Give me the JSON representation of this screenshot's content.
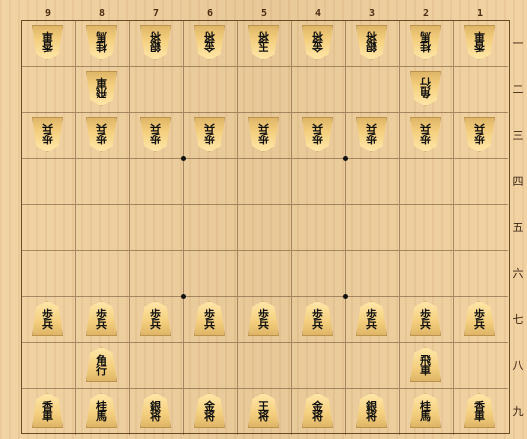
{
  "board": {
    "file_labels": [
      "9",
      "8",
      "7",
      "6",
      "5",
      "4",
      "3",
      "2",
      "1"
    ],
    "rank_labels": [
      "一",
      "二",
      "三",
      "四",
      "五",
      "六",
      "七",
      "八",
      "九"
    ],
    "pieces": [
      {
        "file": 9,
        "rank": 1,
        "owner": "gote",
        "label": "香車"
      },
      {
        "file": 8,
        "rank": 1,
        "owner": "gote",
        "label": "桂馬"
      },
      {
        "file": 7,
        "rank": 1,
        "owner": "gote",
        "label": "銀将"
      },
      {
        "file": 6,
        "rank": 1,
        "owner": "gote",
        "label": "金将"
      },
      {
        "file": 5,
        "rank": 1,
        "owner": "gote",
        "label": "玉将"
      },
      {
        "file": 4,
        "rank": 1,
        "owner": "gote",
        "label": "金将"
      },
      {
        "file": 3,
        "rank": 1,
        "owner": "gote",
        "label": "銀将"
      },
      {
        "file": 2,
        "rank": 1,
        "owner": "gote",
        "label": "桂馬"
      },
      {
        "file": 1,
        "rank": 1,
        "owner": "gote",
        "label": "香車"
      },
      {
        "file": 8,
        "rank": 2,
        "owner": "gote",
        "label": "飛車"
      },
      {
        "file": 2,
        "rank": 2,
        "owner": "gote",
        "label": "角行"
      },
      {
        "file": 9,
        "rank": 3,
        "owner": "gote",
        "label": "歩兵"
      },
      {
        "file": 8,
        "rank": 3,
        "owner": "gote",
        "label": "歩兵"
      },
      {
        "file": 7,
        "rank": 3,
        "owner": "gote",
        "label": "歩兵"
      },
      {
        "file": 6,
        "rank": 3,
        "owner": "gote",
        "label": "歩兵"
      },
      {
        "file": 5,
        "rank": 3,
        "owner": "gote",
        "label": "歩兵"
      },
      {
        "file": 4,
        "rank": 3,
        "owner": "gote",
        "label": "歩兵"
      },
      {
        "file": 3,
        "rank": 3,
        "owner": "gote",
        "label": "歩兵"
      },
      {
        "file": 2,
        "rank": 3,
        "owner": "gote",
        "label": "歩兵"
      },
      {
        "file": 1,
        "rank": 3,
        "owner": "gote",
        "label": "歩兵"
      },
      {
        "file": 9,
        "rank": 7,
        "owner": "sente",
        "label": "歩兵"
      },
      {
        "file": 8,
        "rank": 7,
        "owner": "sente",
        "label": "歩兵"
      },
      {
        "file": 7,
        "rank": 7,
        "owner": "sente",
        "label": "歩兵"
      },
      {
        "file": 6,
        "rank": 7,
        "owner": "sente",
        "label": "歩兵"
      },
      {
        "file": 5,
        "rank": 7,
        "owner": "sente",
        "label": "歩兵"
      },
      {
        "file": 4,
        "rank": 7,
        "owner": "sente",
        "label": "歩兵"
      },
      {
        "file": 3,
        "rank": 7,
        "owner": "sente",
        "label": "歩兵"
      },
      {
        "file": 2,
        "rank": 7,
        "owner": "sente",
        "label": "歩兵"
      },
      {
        "file": 1,
        "rank": 7,
        "owner": "sente",
        "label": "歩兵"
      },
      {
        "file": 8,
        "rank": 8,
        "owner": "sente",
        "label": "角行"
      },
      {
        "file": 2,
        "rank": 8,
        "owner": "sente",
        "label": "飛車"
      },
      {
        "file": 9,
        "rank": 9,
        "owner": "sente",
        "label": "香車"
      },
      {
        "file": 8,
        "rank": 9,
        "owner": "sente",
        "label": "桂馬"
      },
      {
        "file": 7,
        "rank": 9,
        "owner": "sente",
        "label": "銀将"
      },
      {
        "file": 6,
        "rank": 9,
        "owner": "sente",
        "label": "金将"
      },
      {
        "file": 5,
        "rank": 9,
        "owner": "sente",
        "label": "王将"
      },
      {
        "file": 4,
        "rank": 9,
        "owner": "sente",
        "label": "金将"
      },
      {
        "file": 3,
        "rank": 9,
        "owner": "sente",
        "label": "銀将"
      },
      {
        "file": 2,
        "rank": 9,
        "owner": "sente",
        "label": "桂馬"
      },
      {
        "file": 1,
        "rank": 9,
        "owner": "sente",
        "label": "香車"
      }
    ]
  }
}
